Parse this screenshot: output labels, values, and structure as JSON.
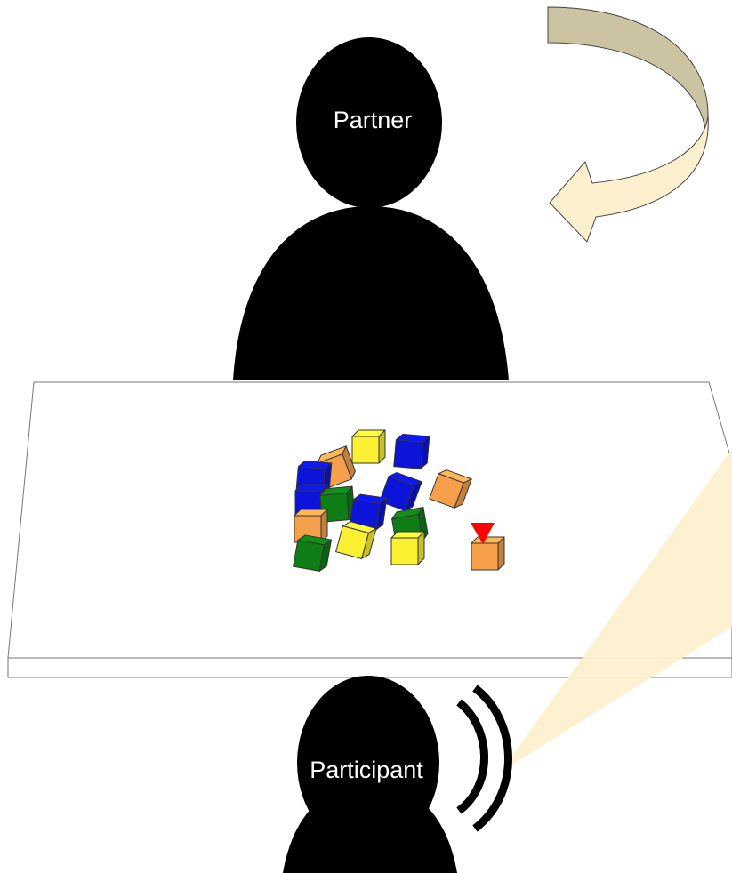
{
  "labels": {
    "partner": "Partner",
    "participant": "Participant"
  },
  "colors": {
    "silhouette": "#000000",
    "table_top": "#ffffff",
    "table_edge": "#777777",
    "arrow_back": "#cbc3a2",
    "arrow_front": "#fdf0cf",
    "speech_beam": "#fdf0cf",
    "target_marker": "#ff0000",
    "cube_orange": "#f7a04b",
    "cube_yellow": "#fbf031",
    "cube_blue": "#0b14d8",
    "cube_green": "#0e7d16"
  },
  "cubes": [
    {
      "color": "yellow"
    },
    {
      "color": "blue"
    },
    {
      "color": "orange"
    },
    {
      "color": "blue"
    },
    {
      "color": "blue"
    },
    {
      "color": "blue"
    },
    {
      "color": "orange"
    },
    {
      "color": "green"
    },
    {
      "color": "blue"
    },
    {
      "color": "orange"
    },
    {
      "color": "yellow"
    },
    {
      "color": "green"
    },
    {
      "color": "yellow"
    },
    {
      "color": "green"
    },
    {
      "color": "orange",
      "target": true
    }
  ]
}
